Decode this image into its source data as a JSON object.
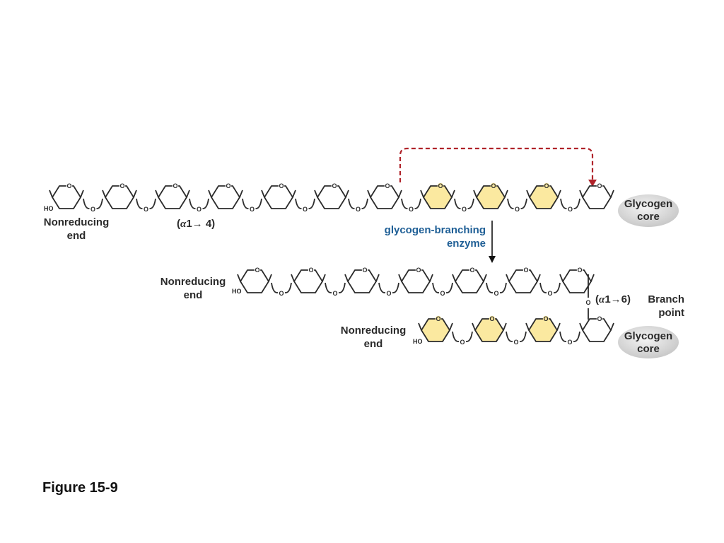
{
  "labels": {
    "nonreducing_top_line1": "Nonreducing",
    "nonreducing_top_line2": "end",
    "linkage_14_alpha": "α",
    "linkage_14_rest": "1→ 4)",
    "linkage_14_open": "(",
    "enzyme_line1": "glycogen-branching",
    "enzyme_line2": "enzyme",
    "nonreducing_mid_line1": "Nonreducing",
    "nonreducing_mid_line2": "end",
    "linkage_16_open": "(",
    "linkage_16_alpha": "α",
    "linkage_16_rest": "1→6)",
    "branch_line1": "Branch",
    "branch_line2": "point",
    "nonreducing_bot_line1": "Nonreducing",
    "nonreducing_bot_line2": "end",
    "core_top_line1": "Glycogen",
    "core_top_line2": "core",
    "core_bot_line1": "Glycogen",
    "core_bot_line2": "core",
    "ho_top": "HO",
    "ho_mid": "HO",
    "ho_bot": "HO",
    "ring_o": "O",
    "figure_caption": "Figure 15-9"
  },
  "colors": {
    "ring_stroke": "#2b2b2b",
    "highlight_fill": "#fbe9a0",
    "arrow_red": "#b0232a",
    "enzyme_blue": "#1f5f96",
    "core_fill": "#d9d9d9"
  }
}
